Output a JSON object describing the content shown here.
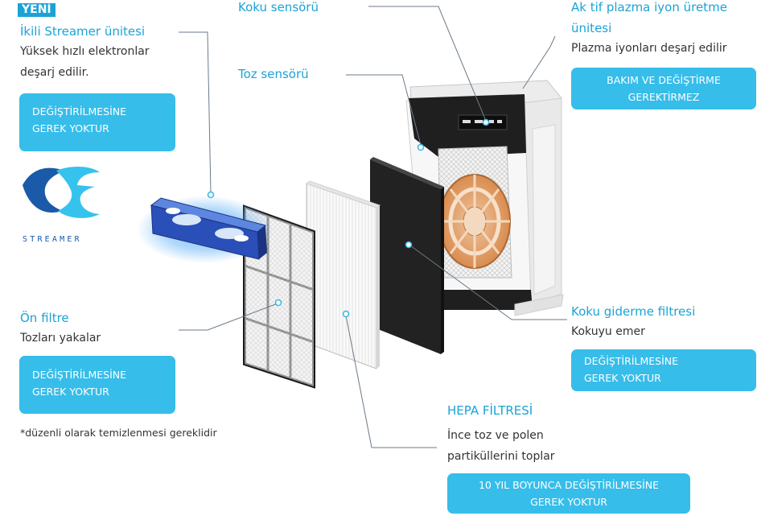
{
  "streamer": {
    "new_badge": "YENİ",
    "title": "İkili Streamer ünitesi",
    "desc_line1": "Yüksek hızlı elektronlar",
    "desc_line2": "deşarj edilir.",
    "badge_line1": "DEĞİŞTİRİLMESİNE",
    "badge_line2": "GEREK YOKTUR",
    "logo_text": "STREAMER"
  },
  "odor_sensor": {
    "title": "Koku sensörü"
  },
  "dust_sensor": {
    "title": "Toz sensörü"
  },
  "plasma": {
    "title_line1": "Ak tif plazma iyon üretme",
    "title_line2": "ünitesi",
    "desc": "Plazma iyonları deşarj edilir",
    "badge_line1": "BAKIM VE DEĞİŞTİRME",
    "badge_line2": "GEREKTİRMEZ"
  },
  "pre_filter": {
    "title": "Ön filtre",
    "desc": "Tozları yakalar",
    "badge_line1": "DEĞİŞTİRİLMESİNE",
    "badge_line2": "GEREK YOKTUR",
    "footnote": "*düzenli olarak temizlenmesi gereklidir"
  },
  "deodorizing": {
    "title": "Koku giderme filtresi",
    "desc": "Kokuyu emer",
    "badge_line1": "DEĞİŞTİRİLMESİNE",
    "badge_line2": "GEREK YOKTUR"
  },
  "hepa": {
    "title": "HEPA FİLTRESİ",
    "desc_line1": "İnce toz ve polen",
    "desc_line2": "partiküllerini toplar",
    "badge_line1": "10 YIL BOYUNCA DEĞİŞTİRİLMESİNE",
    "badge_line2": "GEREK YOKTUR"
  },
  "colors": {
    "accent": "#1ba3d6",
    "badge": "#36bdea",
    "logo_dark": "#1a5aa8",
    "logo_light": "#35c3ee"
  }
}
